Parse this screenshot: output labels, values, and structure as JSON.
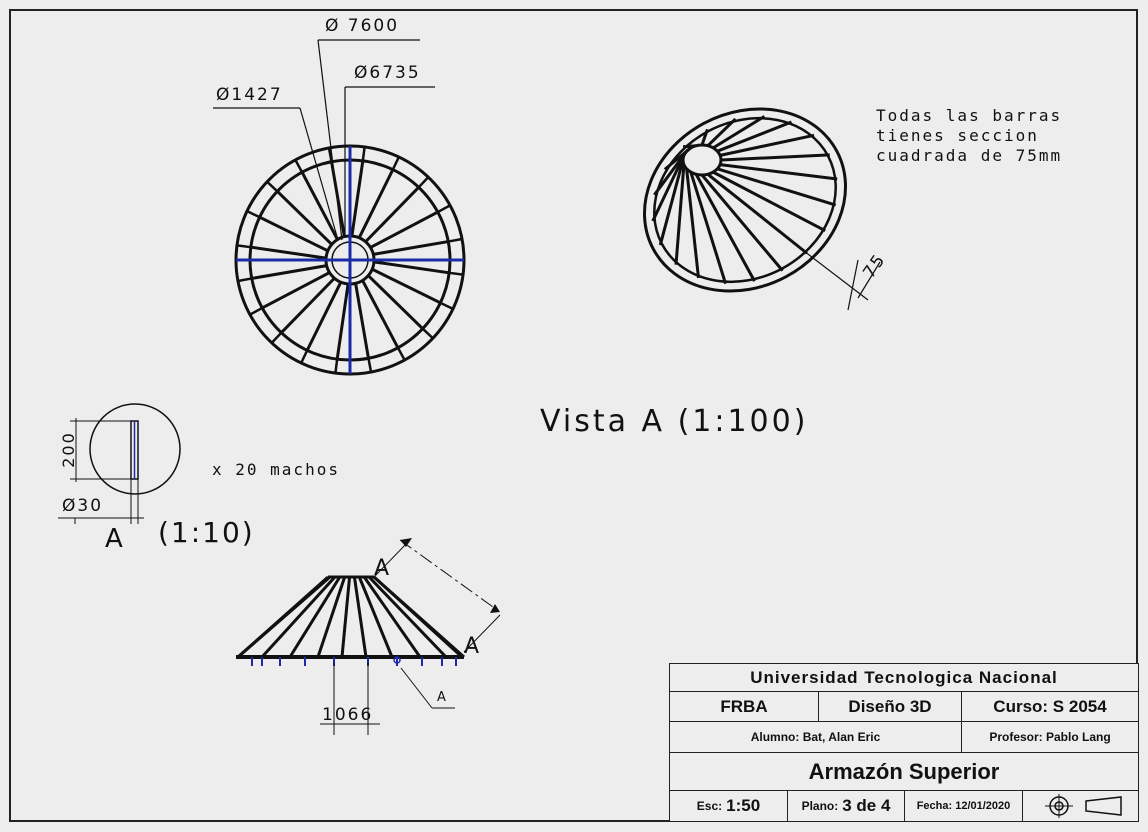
{
  "dimensions": {
    "d7600": "Ø 7600",
    "d6735": "Ø6735",
    "d1427": "Ø1427",
    "d75": "75",
    "d200": "200",
    "d30": "Ø30",
    "d1066": "1066"
  },
  "labels": {
    "vista_a": "Vista A (1:100)",
    "detail_a": "A",
    "detail_scale": "(1:10)",
    "machos": "x 20 machos",
    "section_a1": "A",
    "section_a2": "A",
    "callout_a": "A"
  },
  "note": {
    "line1": "Todas las barras",
    "line2": "tienes seccion",
    "line3": "cuadrada de 75mm"
  },
  "title_block": {
    "university": "Universidad Tecnologica Nacional",
    "faculty": "FRBA",
    "subject": "Diseño 3D",
    "course": "Curso: S 2054",
    "student": "Alumno: Bat, Alan Eric",
    "professor": "Profesor: Pablo Lang",
    "title": "Armazón Superior",
    "scale_label": "Esc:",
    "scale_value": "1:50",
    "sheet_label": "Plano:",
    "sheet_value": "3 de 4",
    "date": "Fecha: 12/01/2020"
  },
  "colors": {
    "line": "#111111",
    "axis_blue": "#1a2aa8",
    "background": "#ededed"
  }
}
